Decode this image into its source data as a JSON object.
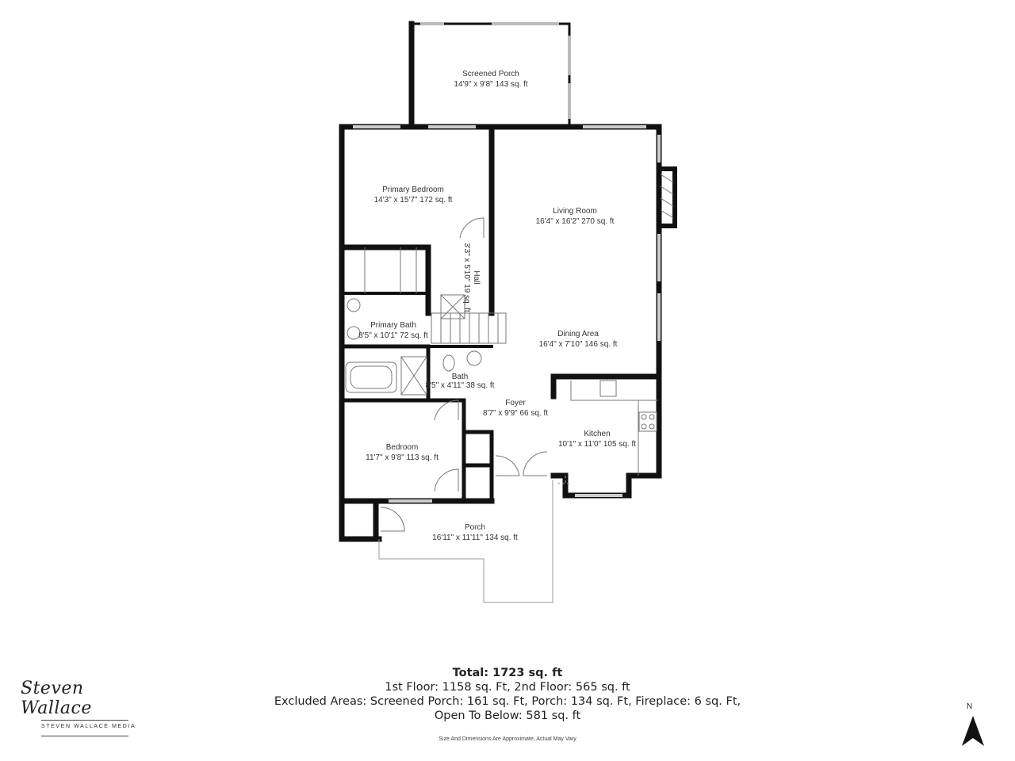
{
  "rooms": {
    "screened_porch": {
      "name": "Screened Porch",
      "dims": "14'9\" x 9'8\" 143 sq. ft"
    },
    "primary_bedroom": {
      "name": "Primary Bedroom",
      "dims": "14'3\" x 15'7\" 172 sq. ft"
    },
    "living_room": {
      "name": "Living Room",
      "dims": "16'4\" x 16'2\" 270 sq. ft"
    },
    "hall": {
      "name": "Hall",
      "dims": "3'3\" x 5'10\" 19 sq. ft"
    },
    "primary_bath": {
      "name": "Primary Bath",
      "dims": "8'5\" x 10'1\" 72 sq. ft"
    },
    "dining_area": {
      "name": "Dining Area",
      "dims": "16'4\" x 7'10\" 146 sq. ft"
    },
    "bath": {
      "name": "Bath",
      "dims": "8'5\" x 4'11\" 38 sq. ft"
    },
    "foyer": {
      "name": "Foyer",
      "dims": "8'7\" x 9'9\" 66 sq. ft"
    },
    "kitchen": {
      "name": "Kitchen",
      "dims": "10'1\" x 11'0\" 105 sq. ft"
    },
    "bedroom": {
      "name": "Bedroom",
      "dims": "11'7\" x 9'8\" 113 sq. ft"
    },
    "porch": {
      "name": "Porch",
      "dims": "16'11\" x 11'11\" 134 sq. ft"
    }
  },
  "summary": {
    "total": "Total: 1723 sq. ft",
    "floors": "1st Floor: 1158 sq. Ft, 2nd Floor: 565 sq. ft",
    "excluded_1": "Excluded Areas: Screened Porch: 161 sq. Ft, Porch: 134 sq. Ft, Fireplace: 6 sq. Ft,",
    "excluded_2": "Open To Below: 581 sq. ft",
    "disclaimer": "Size And Dimensions Are Approximate, Actual May Vary"
  },
  "logo": {
    "script": "Steven Wallace",
    "sub": "STEVEN WALLACE MEDIA"
  },
  "compass": {
    "letter": "N"
  },
  "colors": {
    "wall": "#111111",
    "thin_line": "#777777",
    "background": "#ffffff"
  }
}
